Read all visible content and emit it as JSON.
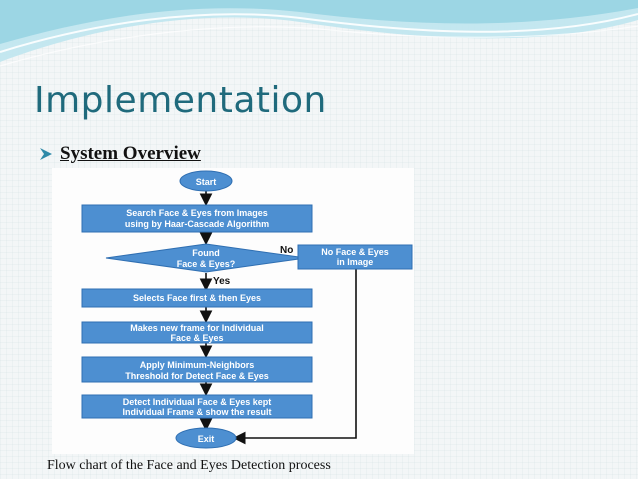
{
  "slide": {
    "title": "Implementation",
    "subtitle": "System Overview",
    "caption": "Flow chart of the Face and Eyes Detection process"
  },
  "colors": {
    "node_fill": "#4d8fd1",
    "node_stroke": "#2f6fb2",
    "title_color": "#1f6a7c",
    "bullet_color": "#2e8aa8",
    "wave_color": "#8fd0e0"
  },
  "diagram": {
    "nodes": {
      "start": {
        "lines": [
          "Start"
        ]
      },
      "search": {
        "lines": [
          "Search Face & Eyes from Images",
          "using by Haar-Cascade Algorithm"
        ]
      },
      "found": {
        "lines": [
          "Found",
          "Face & Eyes?"
        ]
      },
      "no_face": {
        "lines": [
          "No Face & Eyes",
          "in Image"
        ]
      },
      "select": {
        "lines": [
          "Selects  Face first  &  then Eyes"
        ]
      },
      "frame": {
        "lines": [
          "Makes  new frame for Individual",
          "Face & Eyes"
        ]
      },
      "apply": {
        "lines": [
          "Apply  Minimum-Neighbors",
          "Threshold for Detect  Face & Eyes"
        ]
      },
      "detect": {
        "lines": [
          "Detect Individual Face & Eyes kept",
          "Individual Frame & show the result"
        ]
      },
      "exit": {
        "lines": [
          "Exit"
        ]
      }
    },
    "edge_labels": {
      "no": "No",
      "yes": "Yes"
    }
  }
}
